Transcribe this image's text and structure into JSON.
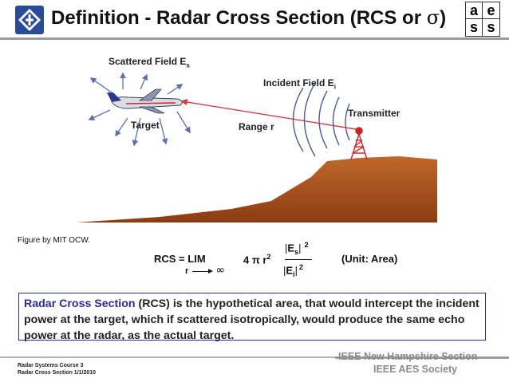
{
  "title": {
    "prefix": "Definition - Radar Cross Section (RCS or ",
    "symbol": "σ",
    "suffix": ")"
  },
  "logo_right": {
    "letters": [
      "a",
      "e",
      "s",
      "s"
    ]
  },
  "figure": {
    "scattered_field": "Scattered Field E",
    "scattered_sub": "s",
    "incident_field": "Incident Field E",
    "incident_sub": "i",
    "transmitter": "Transmitter",
    "target": "Target",
    "range": "Range r",
    "credit": "Figure by MIT OCW."
  },
  "equation": {
    "lhs": "RCS = LIM",
    "limit_var": "r",
    "infinity": "∞",
    "coefficient": "4 π r",
    "coef_exp": "2",
    "num_field": "E",
    "num_sub": "s",
    "num_exp": "2",
    "den_field": "E",
    "den_sub": "i",
    "den_exp": "2",
    "unit": "(Unit: Area)"
  },
  "definition": {
    "term": "Radar Cross Section",
    "body": " (RCS) is the hypothetical area, that would intercept the incident power at the target, which if scattered isotropically, would  produce the same echo power at the radar, as  the actual target."
  },
  "footer": {
    "course": "Radar Systems Course    3",
    "section": "Radar Cross Section  1/1/2010",
    "org1": "IEEE New Hampshire Section",
    "org2": "IEEE AES Society"
  },
  "colors": {
    "accent_blue": "#2a2aa6",
    "mountain": "#b05a20",
    "tower": "#cc2222",
    "arrows": "#5a6fb0",
    "beam": "#d04040",
    "logo_blue": "#2a4a9a"
  }
}
